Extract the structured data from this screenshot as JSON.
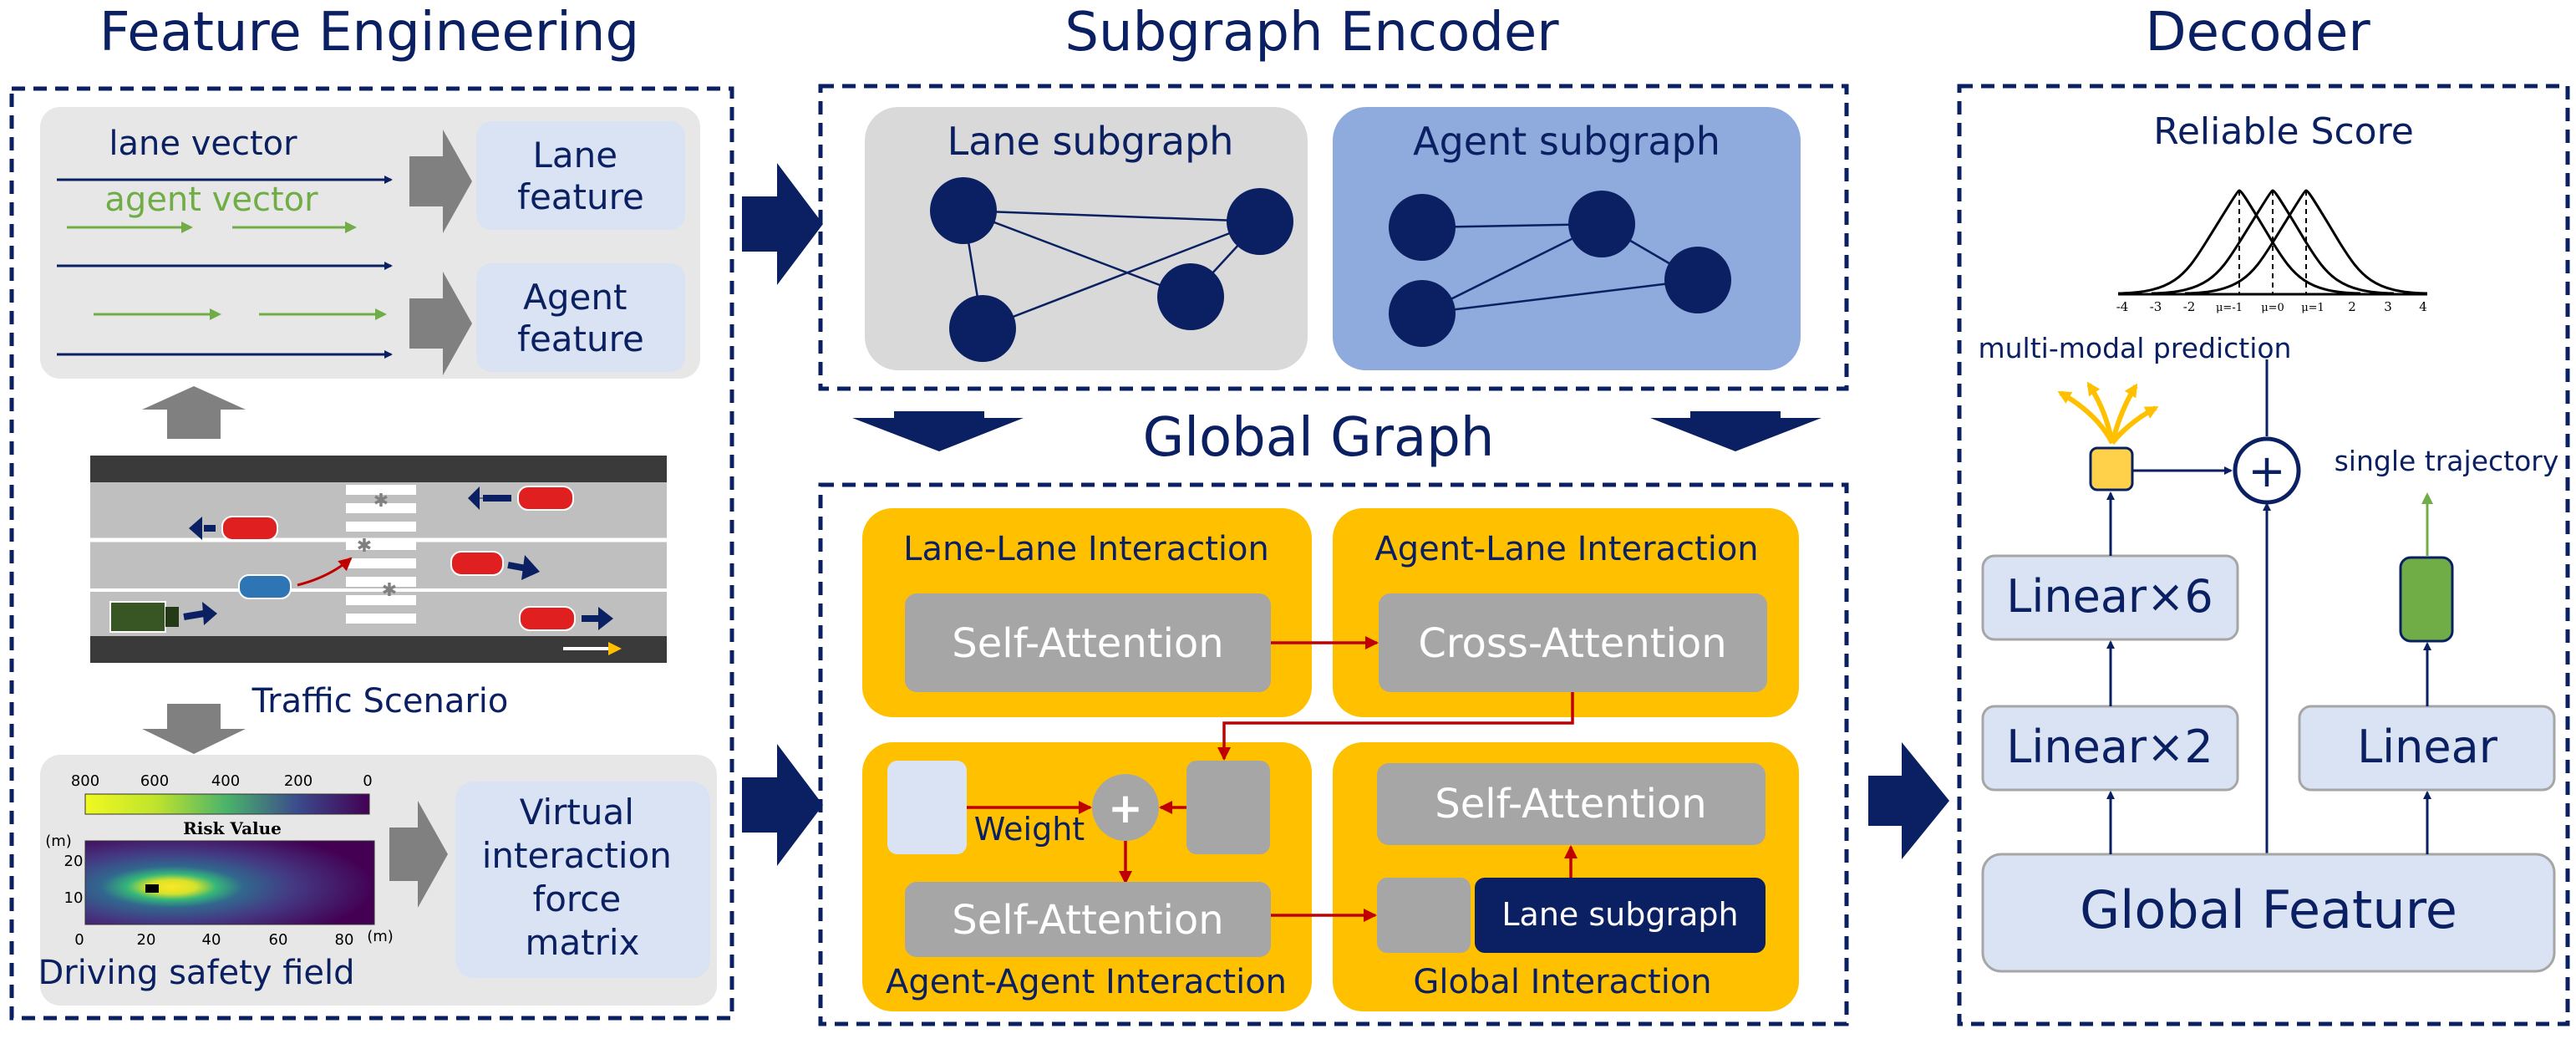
{
  "sections": {
    "feature_engineering": "Feature Engineering",
    "subgraph_encoder": "Subgraph Encoder",
    "decoder": "Decoder",
    "global_graph": "Global Graph"
  },
  "feature": {
    "lane_vector": "lane vector",
    "agent_vector": "agent vector",
    "lane_feature": [
      "Lane",
      "feature"
    ],
    "agent_feature": [
      "Agent",
      "feature"
    ],
    "traffic_scenario": "Traffic Scenario",
    "vif_matrix": [
      "Virtual",
      "interaction",
      "force",
      "matrix"
    ],
    "driving_safety_field": "Driving safety field"
  },
  "heatmap": {
    "title": "Risk Value",
    "colorbar_ticks": [
      "800",
      "600",
      "400",
      "200",
      "0"
    ],
    "y_unit": "(m)",
    "y_ticks": [
      "20",
      "10"
    ],
    "x_ticks": [
      "0",
      "20",
      "40",
      "60",
      "80"
    ],
    "x_unit": "(m)"
  },
  "subgraph": {
    "lane": "Lane subgraph",
    "agent": "Agent subgraph"
  },
  "global_graph": {
    "lane_lane": "Lane-Lane Interaction",
    "agent_lane": "Agent-Lane Interaction",
    "agent_agent": "Agent-Agent Interaction",
    "global_interaction": "Global Interaction",
    "self_attention": "Self-Attention",
    "cross_attention": "Cross-Attention",
    "weight": "Weight",
    "lane_subgraph": "Lane subgraph"
  },
  "decoder": {
    "reliable_score": "Reliable Score",
    "axis_ticks": [
      "-4",
      "-3",
      "-2",
      "μ=-1",
      "μ=0",
      "μ=1",
      "2",
      "3",
      "4"
    ],
    "multi_modal": "multi-modal prediction",
    "single_trajectory": "single trajectory",
    "linear6": "Linear×6",
    "linear2": "Linear×2",
    "linear": "Linear",
    "global_feature": "Global Feature"
  },
  "symbols": {
    "plus": "+"
  },
  "colors": {
    "navy": "#0b2062",
    "orange": "#ffc000",
    "grey_box": "#a6a6a6",
    "light_blue": "#dae3f3",
    "agent_blue": "#8faadc",
    "light_grey": "#d9d9d9",
    "red": "#c00000",
    "green": "#70ad47",
    "dark_green": "#548235"
  }
}
